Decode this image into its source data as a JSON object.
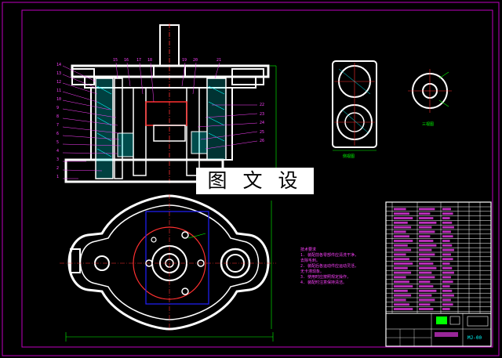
{
  "watermark": "图 文 设 计",
  "views": {
    "side_label": "侧视图",
    "small_label": "三视图"
  },
  "callouts_left": [
    "14",
    "13",
    "12",
    "11",
    "10",
    "9",
    "8",
    "7",
    "6",
    "5",
    "4",
    "3",
    "2",
    "1"
  ],
  "callouts_top": [
    "15",
    "16",
    "17",
    "18",
    "19",
    "20",
    "21"
  ],
  "callouts_right": [
    "22",
    "23",
    "24",
    "25",
    "26"
  ],
  "tech_notes": {
    "title": "技术要求",
    "lines": [
      "1. 装配前各零部件应清洗干净，",
      "   去除毛刺。",
      "2. 装配后各运动件应运动灵活，",
      "   无卡滞现象。",
      "3. 使用时应按照规定操作，",
      "4. 装配时注意保持清洁。"
    ]
  },
  "title_block": {
    "drawing_no": "MJ-00"
  },
  "colors": {
    "background": "#000000",
    "outline": "#ff00ff",
    "geometry": "#ffffff",
    "dimension": "#00ff00",
    "center": "#ff3030",
    "leader": "#ff40ff",
    "table_text": "#ff40ff",
    "hatch": "#00ffff",
    "hidden": "#2020ff"
  }
}
